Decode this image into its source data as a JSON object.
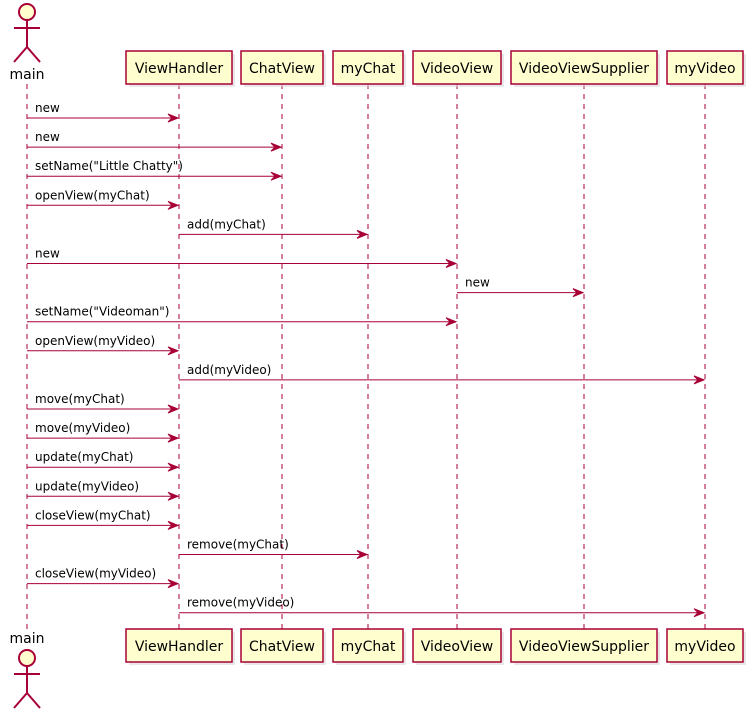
{
  "diagram": {
    "type": "sequence",
    "colors": {
      "arrow": "#A80036",
      "box_fill": "#FEFECE",
      "box_stroke": "#A80036",
      "lifeline": "#A80036",
      "text": "#000000"
    },
    "participants": [
      {
        "id": "main",
        "label": "main",
        "kind": "actor"
      },
      {
        "id": "viewhandler",
        "label": "ViewHandler",
        "kind": "participant"
      },
      {
        "id": "chatview",
        "label": "ChatView",
        "kind": "participant"
      },
      {
        "id": "mychat",
        "label": "myChat",
        "kind": "participant"
      },
      {
        "id": "videoview",
        "label": "VideoView",
        "kind": "participant"
      },
      {
        "id": "videoviewsupplier",
        "label": "VideoViewSupplier",
        "kind": "participant"
      },
      {
        "id": "myvideo",
        "label": "myVideo",
        "kind": "participant"
      }
    ],
    "messages": [
      {
        "from": "main",
        "to": "viewhandler",
        "label": "new"
      },
      {
        "from": "main",
        "to": "chatview",
        "label": "new"
      },
      {
        "from": "main",
        "to": "chatview",
        "label": "setName(\"Little Chatty\")"
      },
      {
        "from": "main",
        "to": "viewhandler",
        "label": "openView(myChat)"
      },
      {
        "from": "viewhandler",
        "to": "mychat",
        "label": "add(myChat)"
      },
      {
        "from": "main",
        "to": "videoview",
        "label": "new"
      },
      {
        "from": "videoview",
        "to": "videoviewsupplier",
        "label": "new"
      },
      {
        "from": "main",
        "to": "videoview",
        "label": "setName(\"Videoman\")"
      },
      {
        "from": "main",
        "to": "viewhandler",
        "label": "openView(myVideo)"
      },
      {
        "from": "viewhandler",
        "to": "myvideo",
        "label": "add(myVideo)"
      },
      {
        "from": "main",
        "to": "viewhandler",
        "label": "move(myChat)"
      },
      {
        "from": "main",
        "to": "viewhandler",
        "label": "move(myVideo)"
      },
      {
        "from": "main",
        "to": "viewhandler",
        "label": "update(myChat)"
      },
      {
        "from": "main",
        "to": "viewhandler",
        "label": "update(myVideo)"
      },
      {
        "from": "main",
        "to": "viewhandler",
        "label": "closeView(myChat)"
      },
      {
        "from": "viewhandler",
        "to": "mychat",
        "label": "remove(myChat)"
      },
      {
        "from": "main",
        "to": "viewhandler",
        "label": "closeView(myVideo)"
      },
      {
        "from": "viewhandler",
        "to": "myvideo",
        "label": "remove(myVideo)"
      }
    ]
  }
}
